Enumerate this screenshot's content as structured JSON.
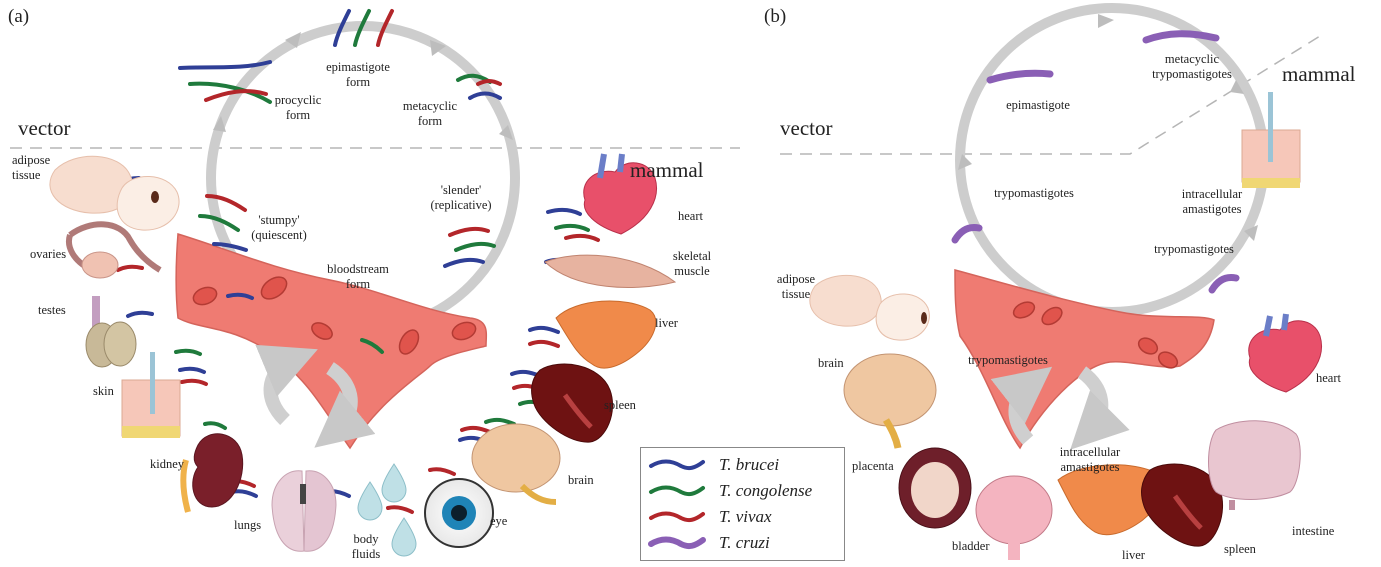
{
  "panel_a": {
    "tag": "(a)",
    "vector": "vector",
    "mammal": "mammal",
    "stages": {
      "epimastigote": [
        "epimastigote",
        "form"
      ],
      "procyclic": [
        "procyclic",
        "form"
      ],
      "metacyclic": [
        "metacyclic",
        "form"
      ],
      "stumpy": [
        "'stumpy'",
        "(quiescent)"
      ],
      "slender": [
        "'slender'",
        "(replicative)"
      ],
      "bloodstream": [
        "bloodstream",
        "form"
      ]
    },
    "tissues": {
      "adipose": [
        "adipose",
        "tissue"
      ],
      "ovaries": "ovaries",
      "testes": "testes",
      "skin": "skin",
      "kidney": "kidney",
      "lungs": "lungs",
      "body_fluids": [
        "body",
        "fluids"
      ],
      "eye": "eye",
      "brain": "brain",
      "spleen": "spleen",
      "liver": "liver",
      "skeletal": [
        "skeletal",
        "muscle"
      ],
      "heart": "heart"
    }
  },
  "panel_b": {
    "tag": "(b)",
    "vector": "vector",
    "mammal": "mammal",
    "stages": {
      "epimastigote": "epimastigote",
      "metacyclic": [
        "metacyclic",
        "trypomastigotes"
      ],
      "trypo_left": "trypomastigotes",
      "intracellular_top": [
        "intracellular",
        "amastigotes"
      ],
      "trypo_right": "trypomastigotes",
      "trypo_blood": "trypomastigotes",
      "intracellular_bottom": [
        "intracellular",
        "amastigotes"
      ]
    },
    "tissues": {
      "adipose": [
        "adipose",
        "tissue"
      ],
      "brain": "brain",
      "placenta": "placenta",
      "bladder": "bladder",
      "liver": "liver",
      "spleen": "spleen",
      "intestine": "intestine",
      "heart": "heart"
    }
  },
  "legend": [
    {
      "name": "T. brucei",
      "color": "#2f3f96"
    },
    {
      "name": "T. congolense",
      "color": "#1f7a3c"
    },
    {
      "name": "T. vivax",
      "color": "#b3262a"
    },
    {
      "name": "T. cruzi",
      "color": "#8a5fb5"
    }
  ],
  "colors": {
    "cycle": "#cfcfcf",
    "vessel": "#ef7b72",
    "cell": "#d9504a",
    "dash": "#b5b5b5"
  }
}
